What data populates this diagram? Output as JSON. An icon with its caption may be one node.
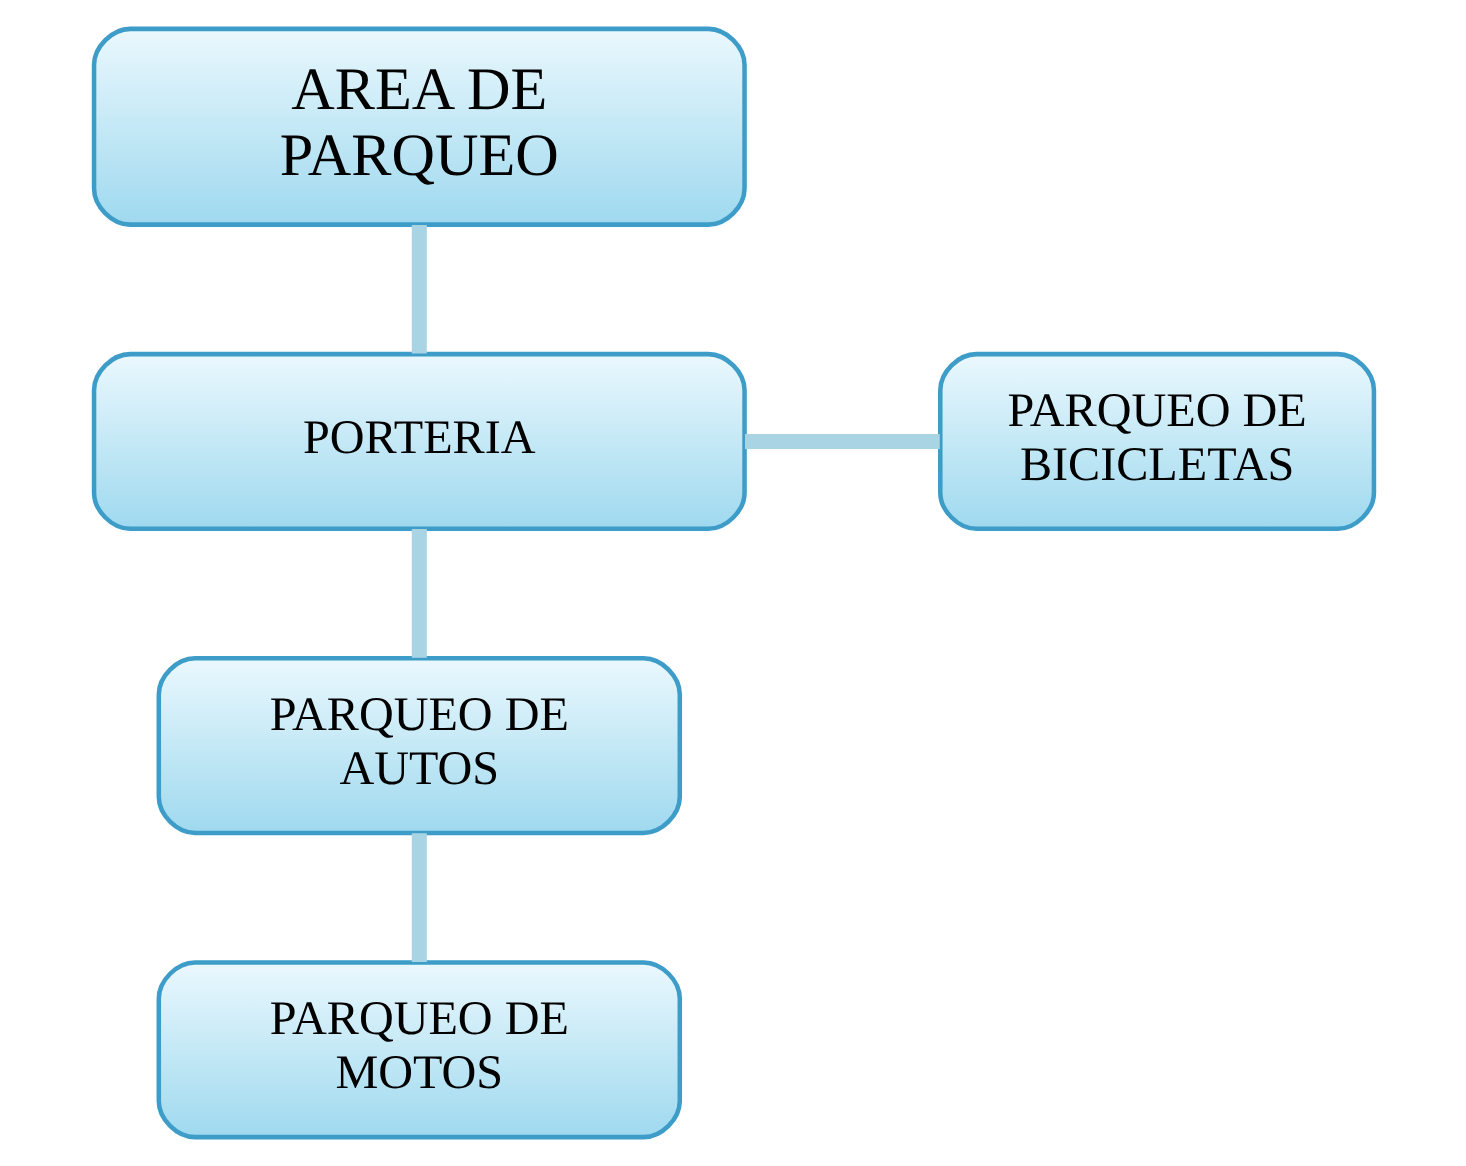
{
  "diagram": {
    "nodes": [
      {
        "text": [
          "AREA DE PARQUEO"
        ]
      },
      {
        "text": [
          "PORTERIA"
        ]
      },
      {
        "text": [
          "PARQUEO DE BICICLETAS"
        ]
      },
      {
        "text": [
          "PARQUEO DE AUTOS"
        ]
      },
      {
        "text": [
          "PARQUEO DE MOTOS"
        ]
      }
    ],
    "edges": [
      {
        "from": 0,
        "to": 1,
        "arrow": "none"
      },
      {
        "from": 1,
        "to": 2,
        "arrow": "none"
      },
      {
        "from": 1,
        "to": 3,
        "arrow": "none"
      },
      {
        "from": 3,
        "to": 4,
        "arrow": "none"
      }
    ]
  }
}
